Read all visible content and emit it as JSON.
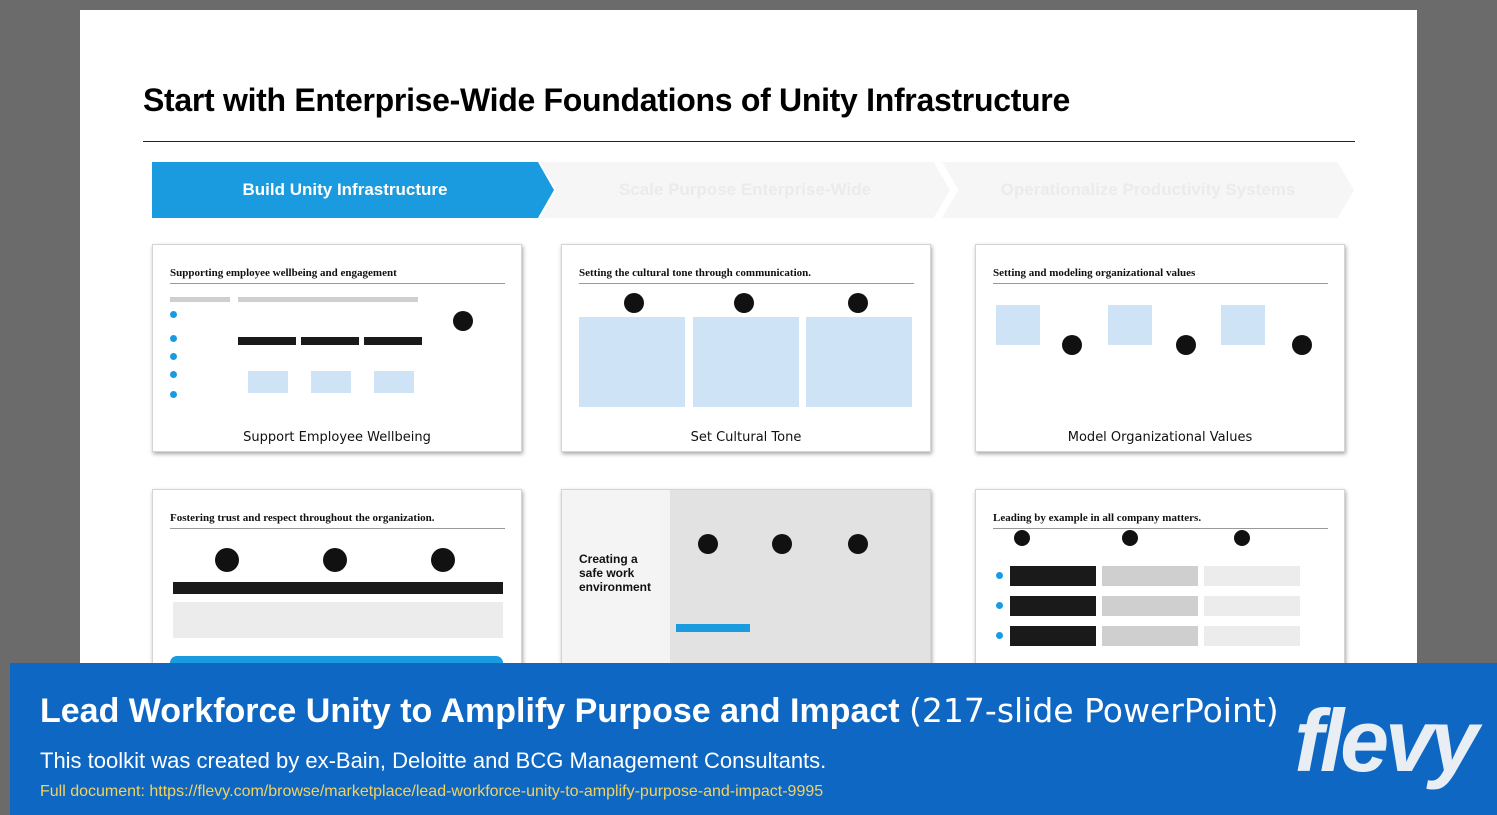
{
  "slide": {
    "title": "Start with Enterprise-Wide Foundations of Unity Infrastructure",
    "phases": [
      "Build Unity Infrastructure",
      "Scale Purpose Enterprise-Wide",
      "Operationalize Productivity Systems"
    ],
    "thumbnails": [
      {
        "heading": "Supporting employee wellbeing and engagement",
        "caption": "Support Employee Wellbeing"
      },
      {
        "heading": "Setting the cultural tone through communication.",
        "caption": "Set Cultural Tone"
      },
      {
        "heading": "Setting and modeling organizational values",
        "caption": "Model Organizational Values"
      },
      {
        "heading": "Fostering trust and respect throughout the organization.",
        "caption": ""
      },
      {
        "heading": "Creating a safe work environment",
        "caption": ""
      },
      {
        "heading": "Leading by example in all company matters.",
        "caption": ""
      }
    ]
  },
  "banner": {
    "title_main": "Lead Workforce Unity to Amplify Purpose and Impact",
    "title_suffix": "(217-slide PowerPoint)",
    "subtitle": "This toolkit was created by ex-Bain, Deloitte and BCG Management Consultants.",
    "link": "Full document: https://flevy.com/browse/marketplace/lead-workforce-unity-to-amplify-purpose-and-impact-9995",
    "logo": "flevy"
  },
  "colors": {
    "accent": "#1a9be0",
    "banner": "#0e67c3",
    "link": "#f3d25e"
  }
}
